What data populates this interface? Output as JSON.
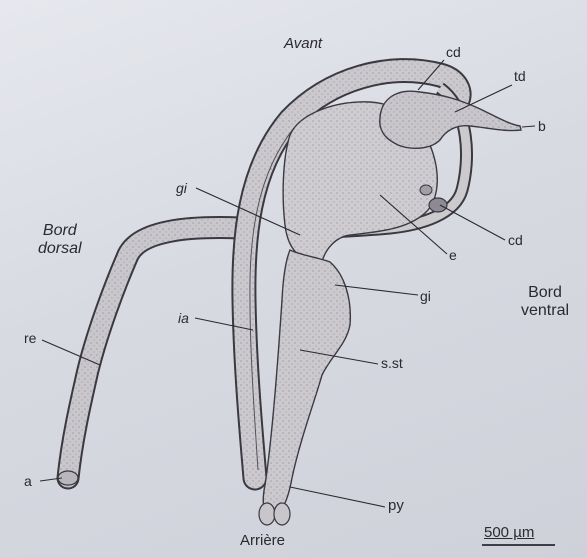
{
  "orientation": {
    "top": "Avant",
    "bottom": "Arrière",
    "left": [
      "Bord",
      "dorsal"
    ],
    "right": [
      "Bord",
      "ventral"
    ]
  },
  "labels": {
    "cd_top": "cd",
    "td": "td",
    "b": "b",
    "gi_upper": "gi",
    "cd_right": "cd",
    "e": "e",
    "gi_lower": "gi",
    "ia": "ia",
    "re": "re",
    "s_st": "s.st",
    "a": "a",
    "py": "py"
  },
  "scale_bar": {
    "label": "500 µm"
  },
  "colors": {
    "ink": "#2a2a30",
    "tissue": "#c6c3c8",
    "tissue_dark": "#9a969c"
  }
}
